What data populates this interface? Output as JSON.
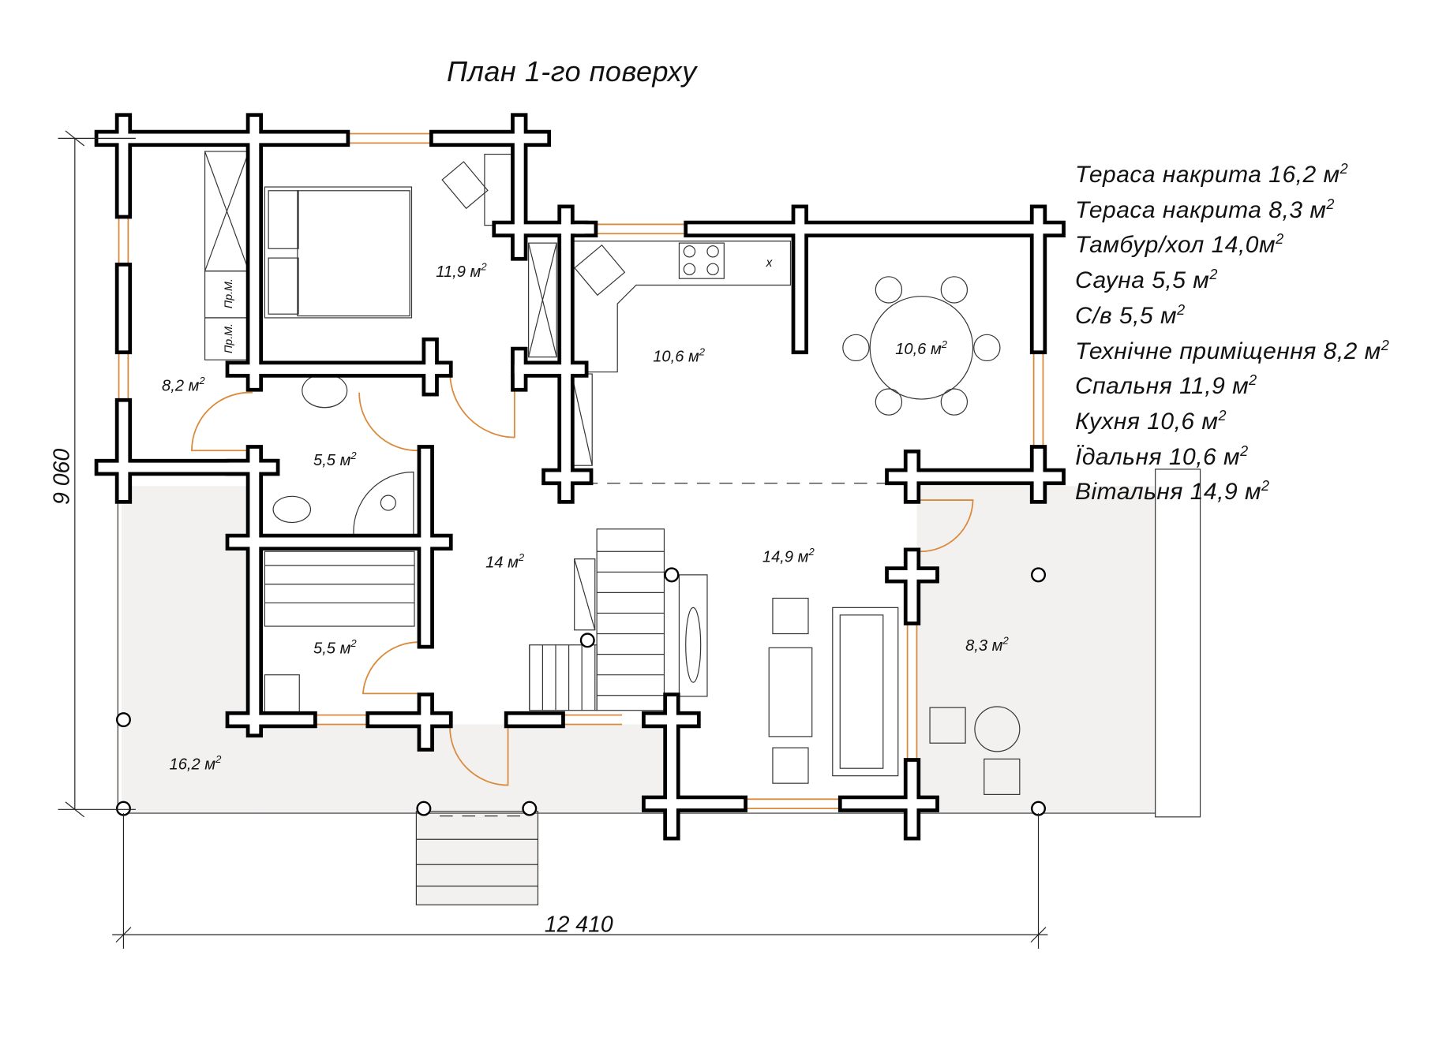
{
  "title": "План 1-го поверху",
  "legend": [
    {
      "name": "Тераса накрита 16,2 м",
      "sup": "2"
    },
    {
      "name": "Тераса накрита 8,3 м",
      "sup": "2"
    },
    {
      "name": "Тамбур/хол 14,0м",
      "sup": "2"
    },
    {
      "name": "Сауна 5,5 м",
      "sup": "2"
    },
    {
      "name": "С/в 5,5 м",
      "sup": "2"
    },
    {
      "name": "Технічне приміщення 8,2 м",
      "sup": "2"
    },
    {
      "name": "Спальня 11,9 м",
      "sup": "2"
    },
    {
      "name": "Кухня 10,6 м",
      "sup": "2"
    },
    {
      "name": "Їдальня 10,6 м",
      "sup": "2"
    },
    {
      "name": "Вітальня 14,9 м",
      "sup": "2"
    }
  ],
  "rooms": {
    "bedroom": "11,9 м",
    "tech": "8,2 м",
    "kitchen": "10,6 м",
    "dining": "10,6 м",
    "wc": "5,5 м",
    "hall": "14 м",
    "living": "14,9 м",
    "sauna": "5,5 м",
    "terrace_left": "16,2 м",
    "terrace_right": "8,3 м",
    "sup": "2"
  },
  "furniture": {
    "fridge": "Пр.М.",
    "sink_mark": "x"
  },
  "dimensions": {
    "height": "9 060",
    "width": "12 410"
  },
  "colors": {
    "wall": "#000000",
    "window": "#d98a3a",
    "terrace": "#f3f1f0"
  }
}
